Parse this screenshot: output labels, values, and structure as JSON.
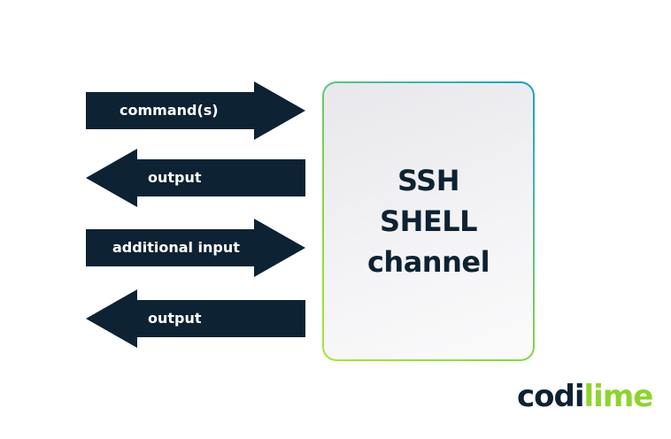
{
  "arrows": [
    {
      "label": "command(s)",
      "direction": "right"
    },
    {
      "label": "output",
      "direction": "left"
    },
    {
      "label": "additional input",
      "direction": "right"
    },
    {
      "label": "output",
      "direction": "left"
    }
  ],
  "channel": {
    "line1": "SSH",
    "line2": "SHELL",
    "line3": "channel"
  },
  "logo": {
    "part1": "codi",
    "part2": "lime"
  },
  "colors": {
    "arrow_fill": "#0d2233",
    "box_border_green": "#a3e635",
    "box_border_teal": "#1aa0c6",
    "logo_dark": "#0d2233",
    "logo_green": "#8fd32e"
  }
}
